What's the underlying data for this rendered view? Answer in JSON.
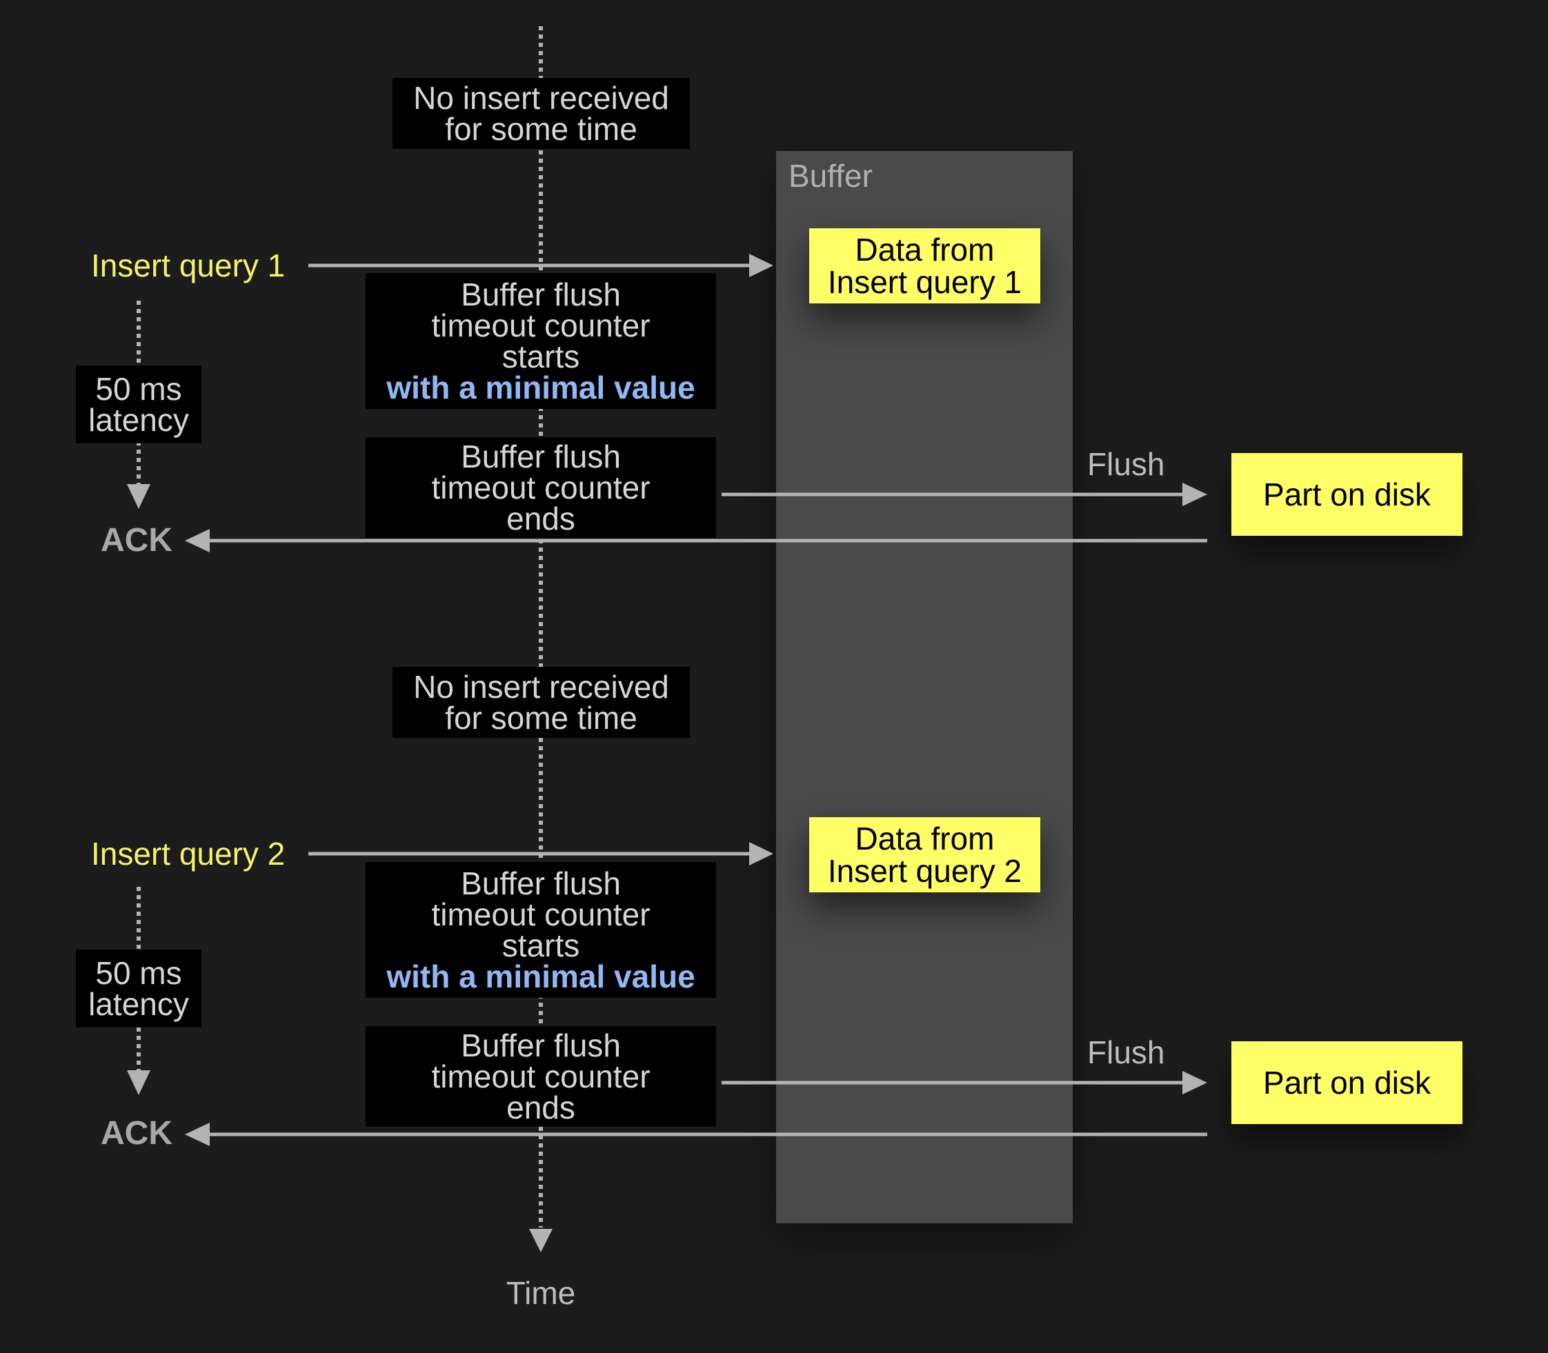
{
  "diagram": {
    "time_label": "Time",
    "buffer_label": "Buffer",
    "flush_label": "Flush",
    "ack_label": "ACK",
    "cycles": [
      {
        "no_insert_lines": [
          "No insert received",
          "for some time"
        ],
        "insert_query_label": "Insert query 1",
        "latency_lines": [
          "50 ms",
          "latency"
        ],
        "counter_start_lines": [
          "Buffer flush",
          "timeout counter",
          "starts"
        ],
        "counter_start_accent": "with a minimal value",
        "counter_end_lines": [
          "Buffer flush",
          "timeout counter",
          "ends"
        ],
        "buffer_data_lines": [
          "Data from",
          "Insert query 1"
        ],
        "part_on_disk": "Part on disk"
      },
      {
        "no_insert_lines": [
          "No insert received",
          "for some time"
        ],
        "insert_query_label": "Insert query 2",
        "latency_lines": [
          "50 ms",
          "latency"
        ],
        "counter_start_lines": [
          "Buffer flush",
          "timeout counter",
          "starts"
        ],
        "counter_start_accent": "with a minimal value",
        "counter_end_lines": [
          "Buffer flush",
          "timeout counter",
          "ends"
        ],
        "buffer_data_lines": [
          "Data from",
          "Insert query 2"
        ],
        "part_on_disk": "Part on disk"
      }
    ],
    "colors": {
      "background": "#1c1c1c",
      "buffer": "#4a4a4a",
      "highlight": "#ffff66",
      "query_text": "#f3f36a",
      "accent_text": "#8fb8f5",
      "arrow": "#b4b4b4"
    }
  }
}
